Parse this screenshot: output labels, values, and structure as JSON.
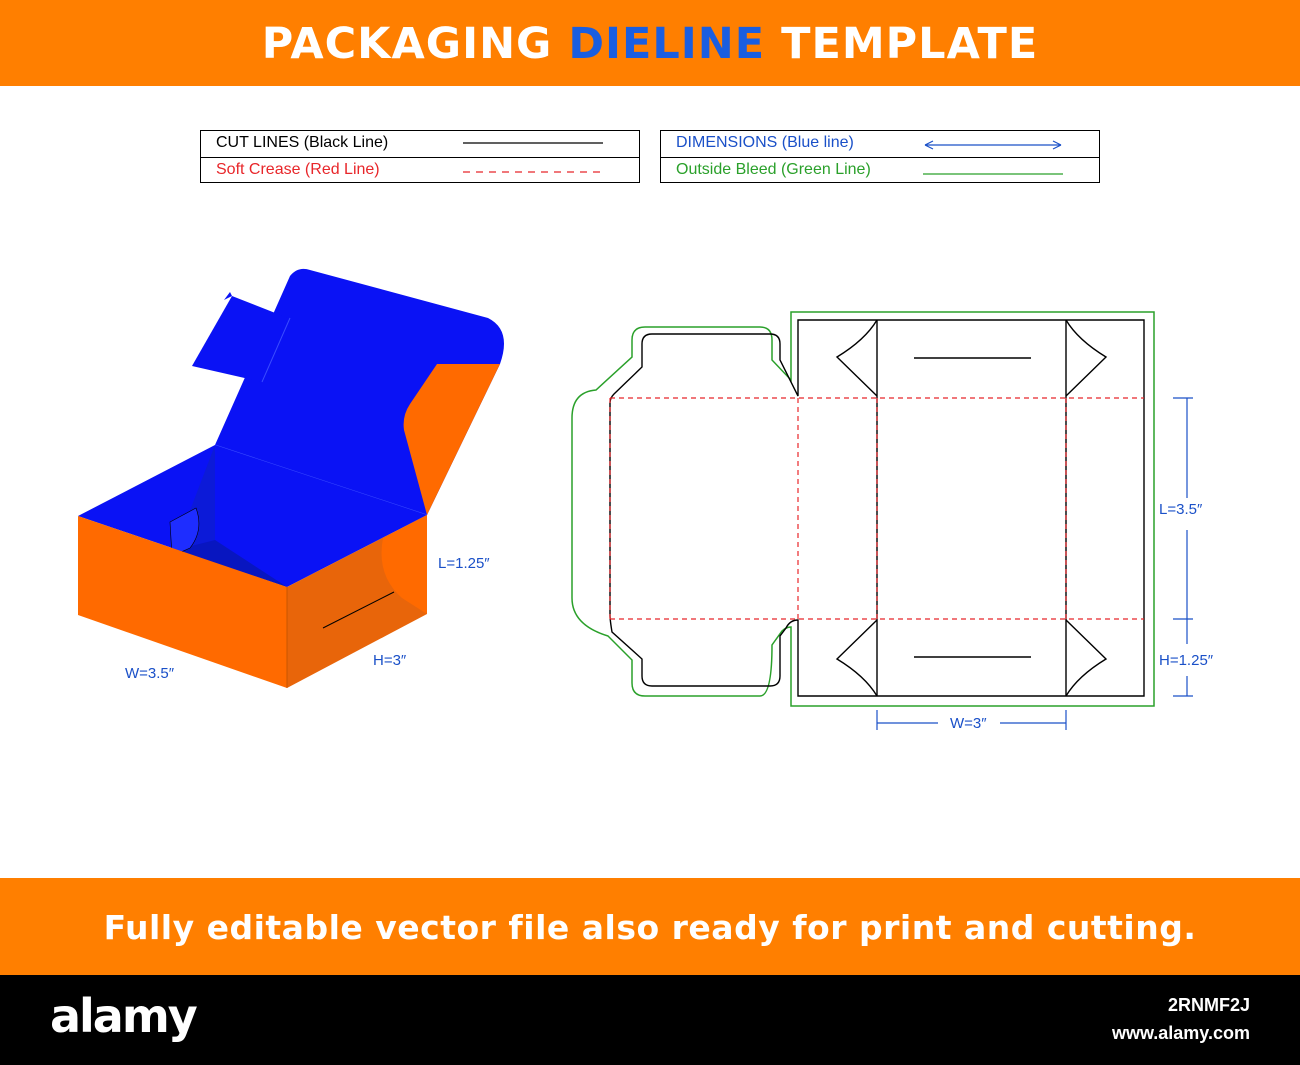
{
  "header": {
    "title_pre": "PACKAGING",
    "title_accent": "DIELINE",
    "title_post": "TEMPLATE"
  },
  "legend": {
    "cut_lines": "CUT LINES (Black Line)",
    "soft_crease": "Soft Crease (Red Line)",
    "dimensions": "DIMENSIONS (Blue line)",
    "outside_bleed": "Outside Bleed (Green Line)"
  },
  "box_3d": {
    "dim_l": "L=1.25″",
    "dim_w": "W=3.5″",
    "dim_h": "H=3″"
  },
  "dieline": {
    "dim_l": "L=3.5″",
    "dim_h": "H=1.25″",
    "dim_w": "W=3″"
  },
  "footer_band": {
    "tagline": "Fully editable vector file also ready for print and cutting."
  },
  "stock": {
    "brand": "alamy",
    "image_id": "2RNMF2J",
    "site": "www.alamy.com"
  },
  "colors": {
    "band_orange": "#ff7f00",
    "accent_blue": "#1a5ee0",
    "box_blue": "#0a12f5",
    "box_orange": "#ff6a00",
    "crease_red": "#e8262a",
    "bleed_green": "#2aa02a",
    "dimension_blue": "#1a50c8"
  }
}
